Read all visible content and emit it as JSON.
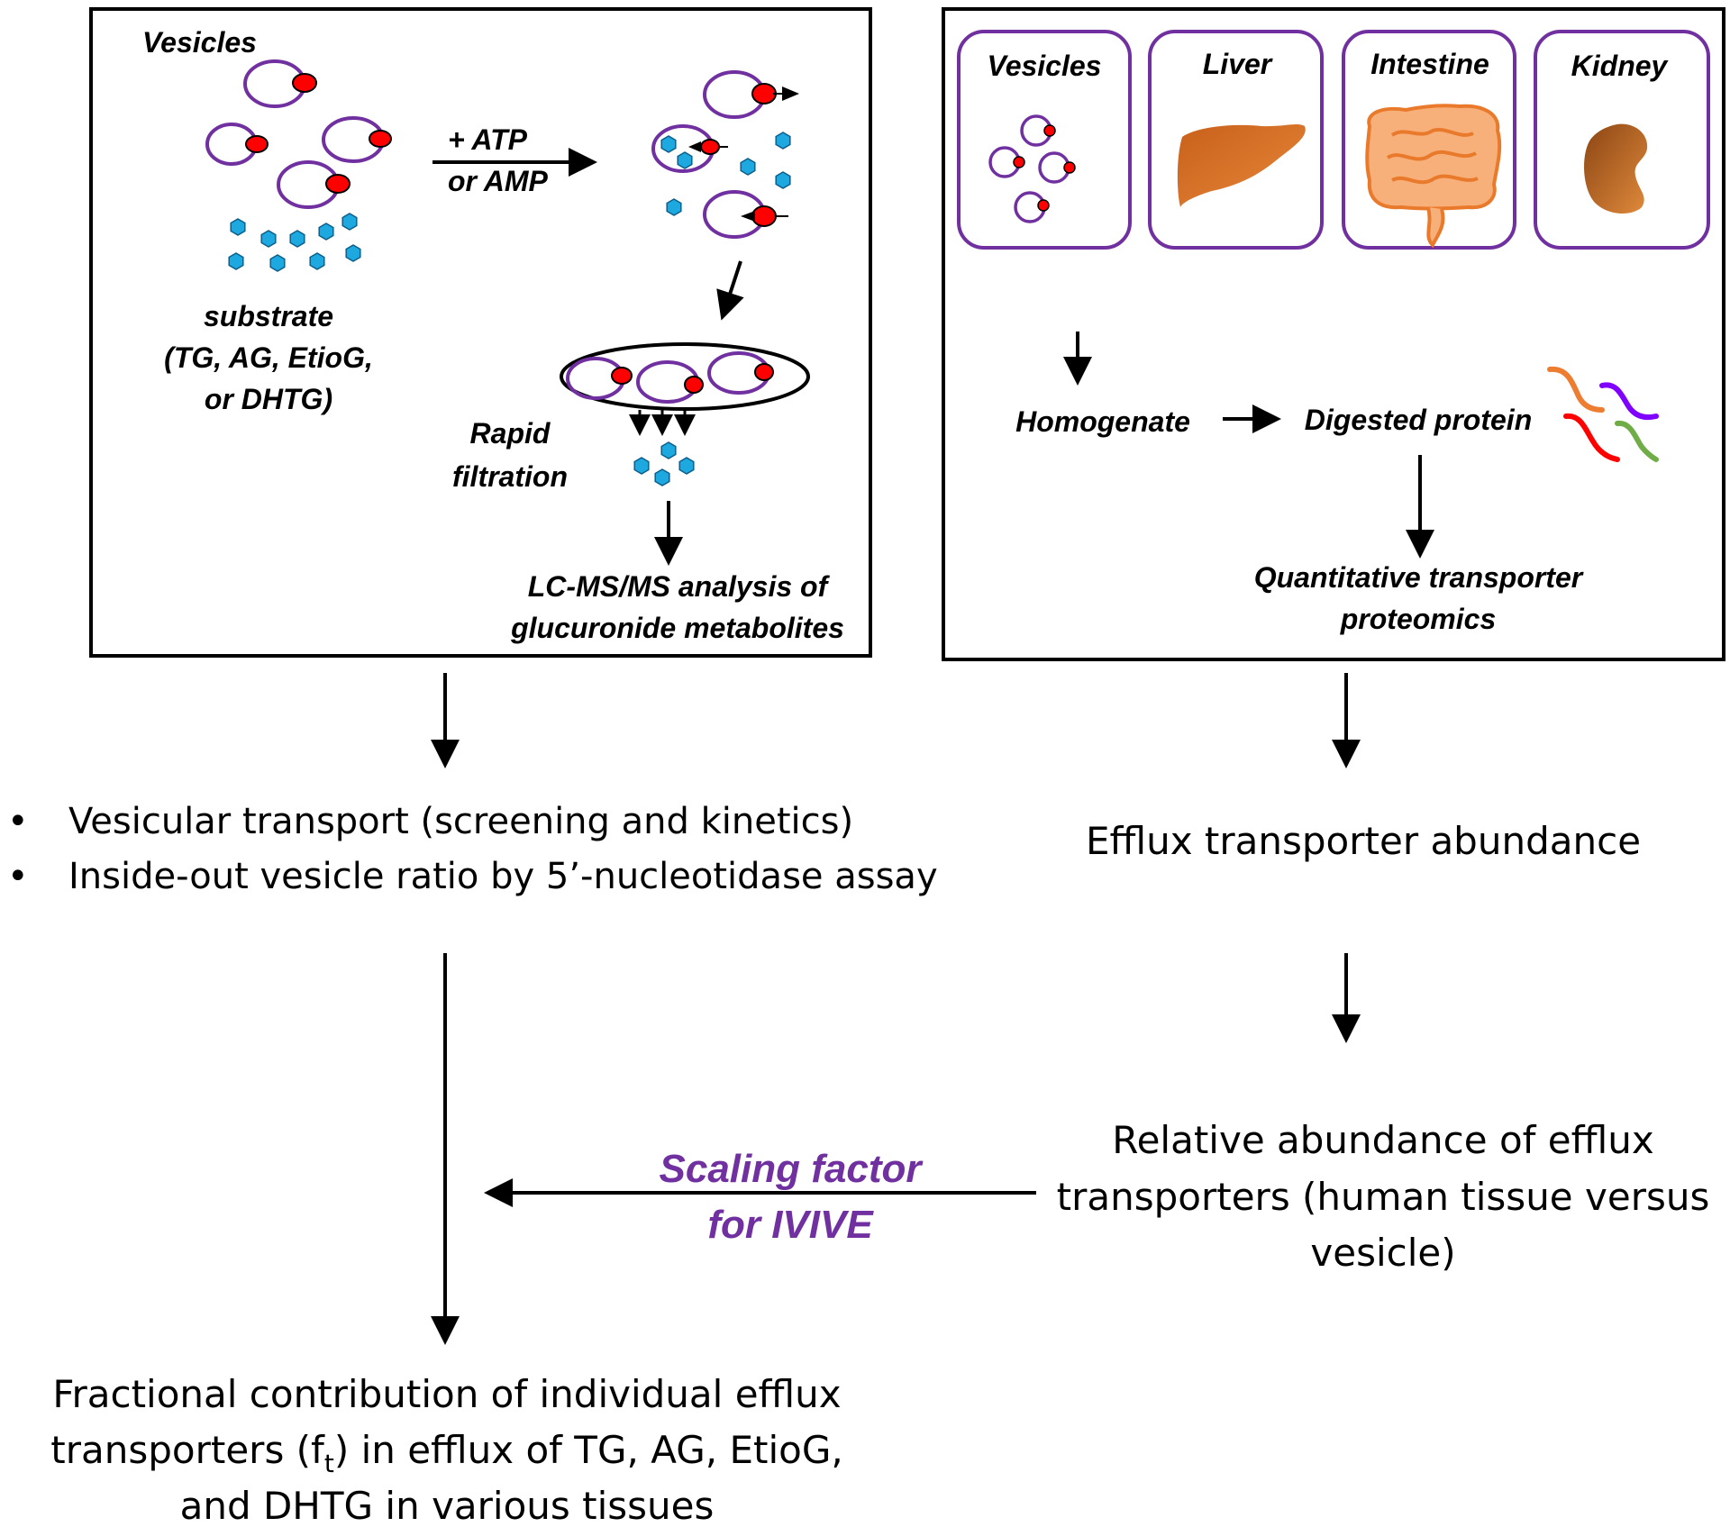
{
  "left_panel": {
    "vesicles_label": "Vesicles",
    "substrate_line1": "substrate",
    "substrate_line2": "(TG, AG, EtioG,",
    "substrate_line3": "or DHTG)",
    "atp_line1": "+ ATP",
    "atp_line2": "or AMP",
    "filtration_line1": "Rapid",
    "filtration_line2": "filtration",
    "lcms_line1": "LC-MS/MS analysis of",
    "lcms_line2": "glucuronide metabolites"
  },
  "right_panel": {
    "tiles": [
      {
        "label": "Vesicles"
      },
      {
        "label": "Liver"
      },
      {
        "label": "Intestine"
      },
      {
        "label": "Kidney"
      }
    ],
    "homogenate": "Homogenate",
    "digested": "Digested protein",
    "proteomics_line1": "Quantitative transporter",
    "proteomics_line2": "proteomics"
  },
  "left_flow": {
    "bullet1": "Vesicular transport (screening and kinetics)",
    "bullet2": "Inside-out vesicle ratio by 5’-nucleotidase assay",
    "bullet_char": "•",
    "final_line1": "Fractional contribution of individual efflux",
    "final_line2_pre": "transporters (f",
    "final_line2_sub": "t",
    "final_line2_post": ") in efflux of TG, AG, EtioG,",
    "final_line3": "and DHTG in various tissues"
  },
  "right_flow": {
    "abundance": "Efflux transporter abundance",
    "relative_line1": "Relative abundance of efflux",
    "relative_line2": "transporters (human tissue versus",
    "relative_line3": "vesicle)"
  },
  "scaling": {
    "line1": "Scaling factor",
    "line2": "for IVIVE"
  },
  "colors": {
    "vesicle": "#7030a0",
    "transporter": "#ff0000",
    "substrate": "#1ea8e0",
    "organ_orange": "#d2691e",
    "intestine": "#f4a460",
    "scaling_text": "#7030a0",
    "peptide_orange": "#ed7d31",
    "peptide_purple": "#7f00ff",
    "peptide_red": "#ff0000",
    "peptide_green": "#70ad47"
  }
}
